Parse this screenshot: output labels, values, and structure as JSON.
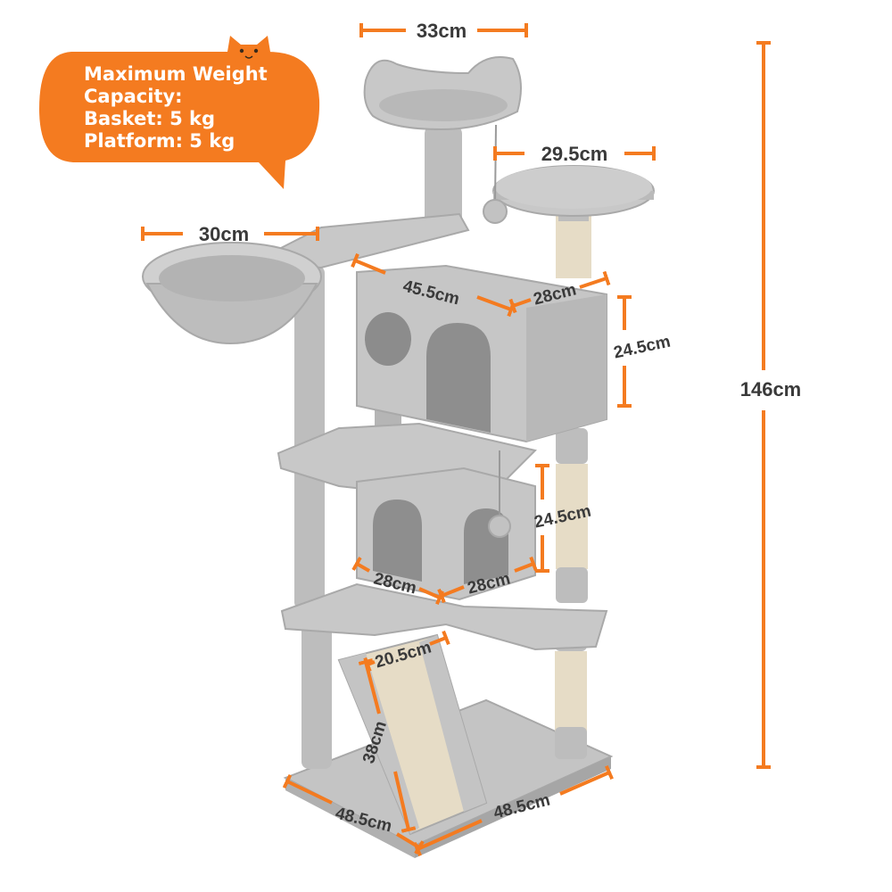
{
  "callout": {
    "lines": [
      "Maximum Weight",
      "Capacity:",
      "Basket: 5 kg",
      "Platform: 5 kg"
    ]
  },
  "dimensions": {
    "top_perch_width": "33cm",
    "round_platform_diameter": "29.5cm",
    "basket_diameter": "30cm",
    "condo_length": "45.5cm",
    "condo_depth": "28cm",
    "condo_height": "24.5cm",
    "total_height": "146cm",
    "lower_condo_height": "24.5cm",
    "lower_condo_width": "28cm",
    "lower_condo_depth": "28cm",
    "ramp_width": "20.5cm",
    "ramp_length": "38cm",
    "base_width": "48.5cm",
    "base_depth": "48.5cm"
  },
  "colors": {
    "accent": "#F47B20",
    "plush": "#C8C8C8",
    "plush_dark": "#A9A9A9",
    "sisal": "#E6DCC6"
  }
}
